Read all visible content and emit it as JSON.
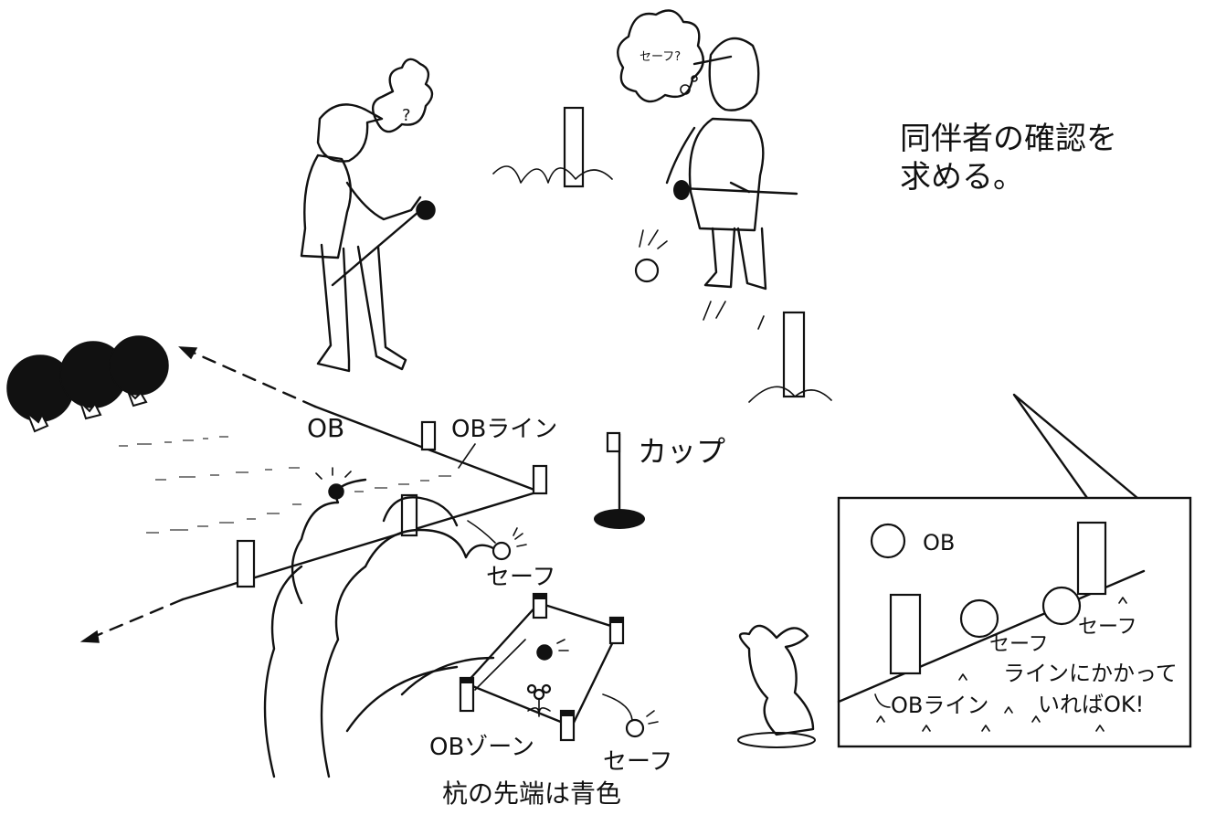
{
  "labels": {
    "companion_confirm_line1": "同伴者の確認を",
    "companion_confirm_line2": "求める。",
    "ob": "OB",
    "ob_line": "OBライン",
    "cup": "カップ",
    "safe_left": "セーフ",
    "ob_zone": "OBゾーン",
    "safe_bottom": "セーフ",
    "stake_tip_blue": "杭の先端は青色",
    "inset_ob": "OB",
    "inset_safe_1": "セーフ",
    "inset_safe_2": "セーフ",
    "inset_ob_line": "OBライン",
    "inset_on_line_1": "ラインにかかって",
    "inset_on_line_2": "いればOK!"
  },
  "thought_bubble_text": {
    "golfer_left": "?",
    "golfer_right": "セーフ?"
  },
  "colors": {
    "ink": "#111111",
    "paper": "#ffffff",
    "stake_tip_note": "blue"
  }
}
